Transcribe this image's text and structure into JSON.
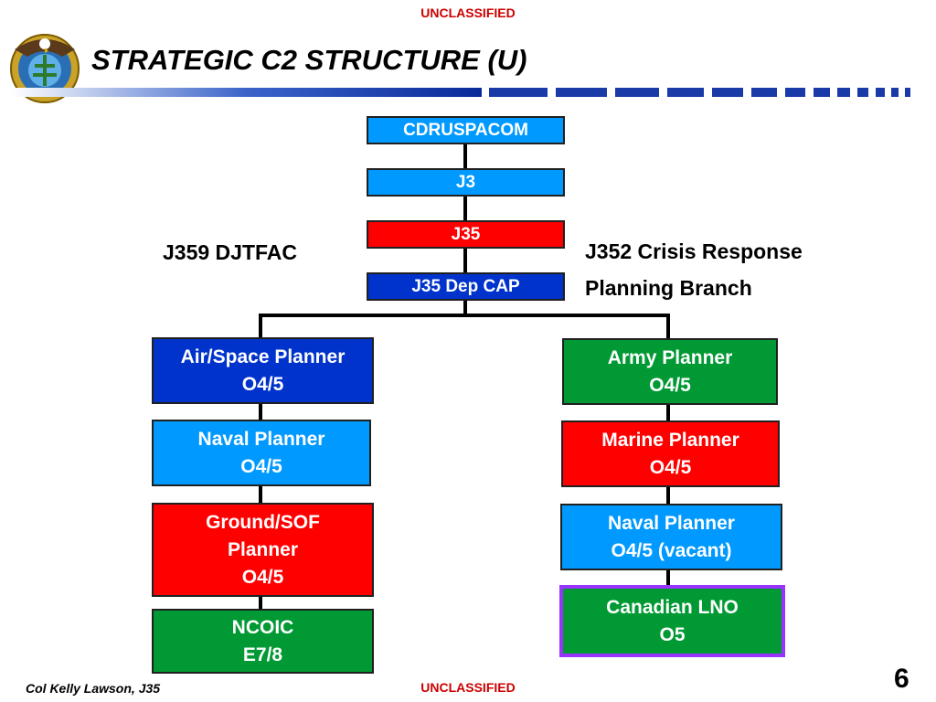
{
  "classification": {
    "top": "UNCLASSIFIED",
    "bottom": "UNCLASSIFIED"
  },
  "title": "STRATEGIC C2 STRUCTURE (U)",
  "colors": {
    "light_blue": "#0099ff",
    "dark_blue": "#0033cc",
    "red": "#ff0000",
    "green": "#009933",
    "purple": "#9933ff",
    "classification": "#cc0000"
  },
  "chain": {
    "cdr": "CDRUSPACOM",
    "j3": "J3",
    "j35": "J35",
    "dep": "J35 Dep CAP"
  },
  "labels": {
    "left": "J359 DJTFAC",
    "right_line1": "J352 Crisis Response",
    "right_line2": "Planning Branch"
  },
  "left_column": [
    {
      "lines": [
        "Air/Space Planner",
        "O4/5"
      ]
    },
    {
      "lines": [
        "Naval Planner",
        "O4/5"
      ]
    },
    {
      "lines": [
        "Ground/SOF",
        "Planner",
        "O4/5"
      ]
    },
    {
      "lines": [
        "NCOIC",
        "E7/8"
      ]
    }
  ],
  "right_column": [
    {
      "lines": [
        "Army Planner",
        "O4/5"
      ]
    },
    {
      "lines": [
        "Marine Planner",
        "O4/5"
      ]
    },
    {
      "lines": [
        "Naval Planner",
        "O4/5 (vacant)"
      ]
    },
    {
      "lines": [
        "Canadian LNO",
        "O5"
      ]
    }
  ],
  "footer": {
    "presenter": "Col Kelly Lawson, J35",
    "page": "6"
  }
}
